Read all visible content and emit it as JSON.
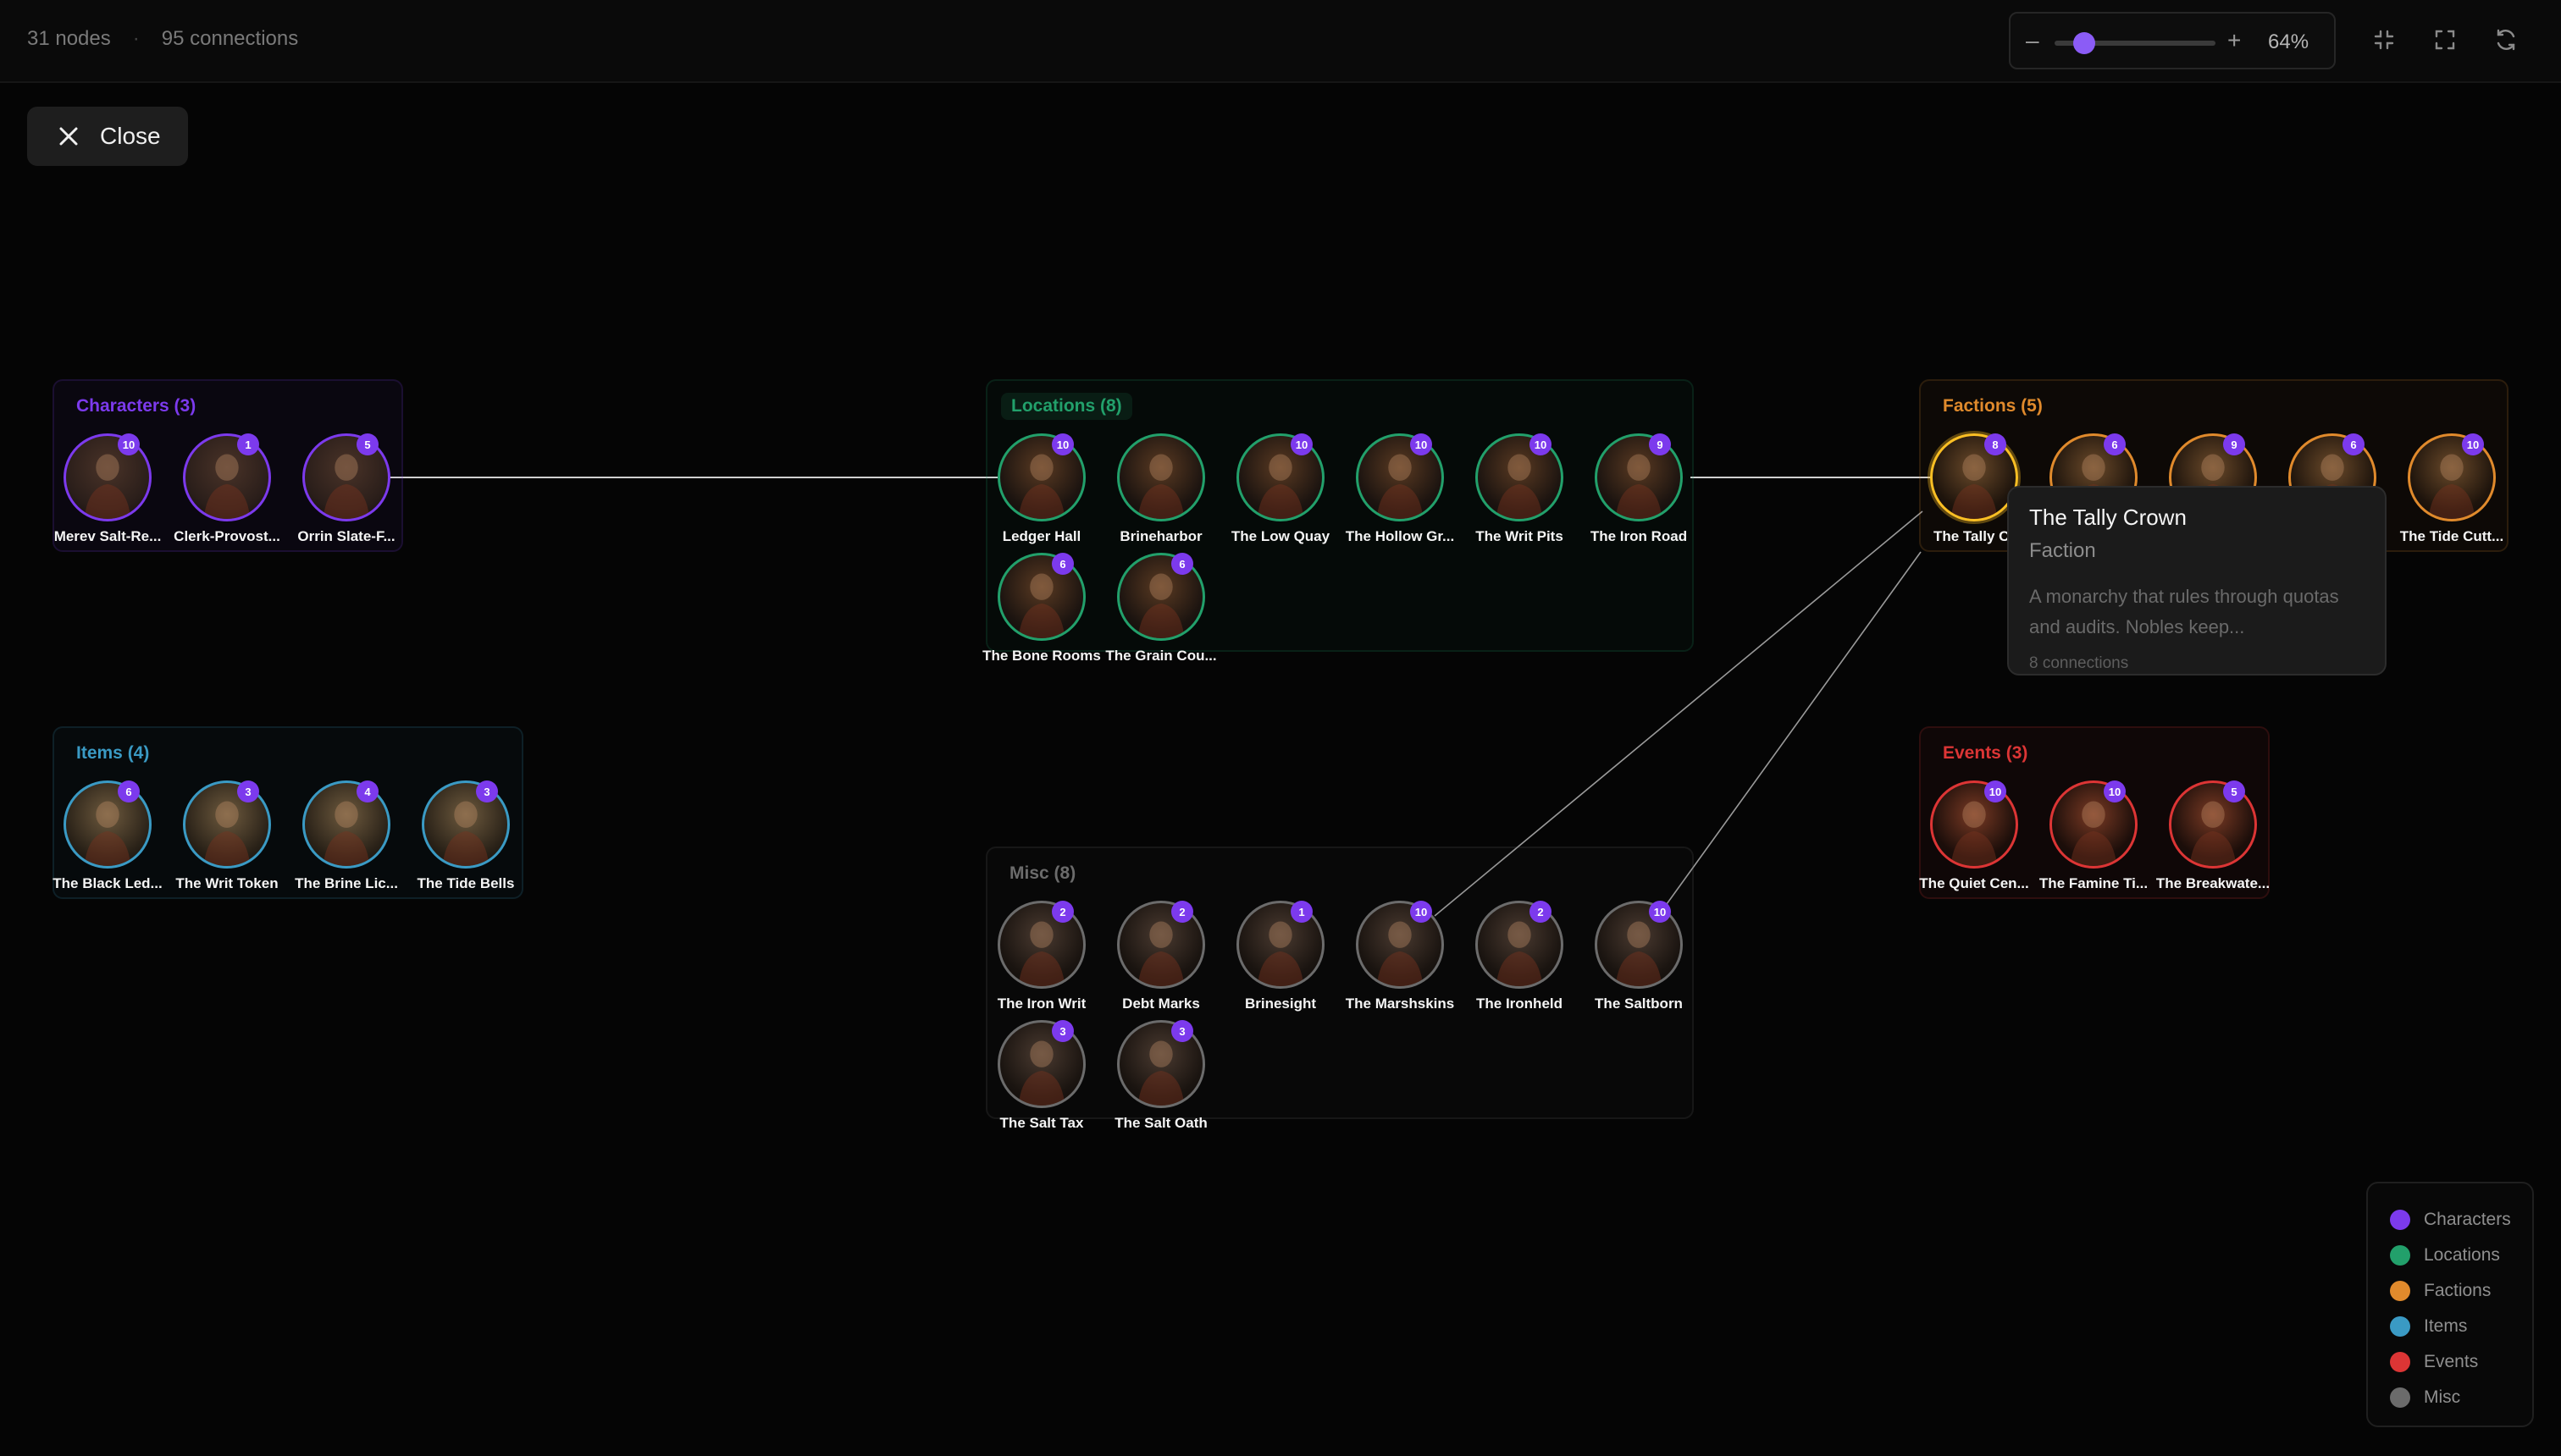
{
  "stats": {
    "nodes": "31 nodes",
    "separator": "·",
    "connections": "95 connections"
  },
  "zoom": {
    "minus": "–",
    "plus": "+",
    "percent": "64%",
    "value": 0.3
  },
  "close_label": "Close",
  "groups": {
    "characters": {
      "title": "Characters (3)",
      "color": "#7c3aed"
    },
    "locations": {
      "title": "Locations (8)",
      "color": "#22a06b"
    },
    "factions": {
      "title": "Factions (5)",
      "color": "#e08a2c"
    },
    "items": {
      "title": "Items (4)",
      "color": "#3a9ac4"
    },
    "events": {
      "title": "Events (3)",
      "color": "#dc3535"
    },
    "misc": {
      "title": "Misc (8)",
      "color": "#6b6b6b"
    }
  },
  "nodes": {
    "characters": [
      {
        "label": "Merev Salt-Re...",
        "badge": "10"
      },
      {
        "label": "Clerk-Provost...",
        "badge": "1"
      },
      {
        "label": "Orrin Slate-F...",
        "badge": "5"
      }
    ],
    "locations": [
      {
        "label": "Ledger Hall",
        "badge": "10"
      },
      {
        "label": "Brineharbor",
        "badge": ""
      },
      {
        "label": "The Low Quay",
        "badge": "10"
      },
      {
        "label": "The Hollow Gr...",
        "badge": "10"
      },
      {
        "label": "The Writ Pits",
        "badge": "10"
      },
      {
        "label": "The Iron Road",
        "badge": "9"
      },
      {
        "label": "The Bone Rooms",
        "badge": "6"
      },
      {
        "label": "The Grain Cou...",
        "badge": "6"
      }
    ],
    "factions": [
      {
        "label": "The Tally Cr",
        "badge": "8"
      },
      {
        "label": "",
        "badge": "6"
      },
      {
        "label": "",
        "badge": "9"
      },
      {
        "label": "",
        "badge": "6"
      },
      {
        "label": "The Tide Cutt...",
        "badge": "10"
      }
    ],
    "items": [
      {
        "label": "The Black Led...",
        "badge": "6"
      },
      {
        "label": "The Writ Token",
        "badge": "3"
      },
      {
        "label": "The Brine Lic...",
        "badge": "4"
      },
      {
        "label": "The Tide Bells",
        "badge": "3"
      }
    ],
    "events": [
      {
        "label": "The Quiet Cen...",
        "badge": "10"
      },
      {
        "label": "The Famine Ti...",
        "badge": "10"
      },
      {
        "label": "The Breakwate...",
        "badge": "5"
      }
    ],
    "misc": [
      {
        "label": "The Iron Writ",
        "badge": "2"
      },
      {
        "label": "Debt Marks",
        "badge": "2"
      },
      {
        "label": "Brinesight",
        "badge": "1"
      },
      {
        "label": "The Marshskins",
        "badge": "10"
      },
      {
        "label": "The Ironheld",
        "badge": "2"
      },
      {
        "label": "The Saltborn",
        "badge": "10"
      },
      {
        "label": "The Salt Tax",
        "badge": "3"
      },
      {
        "label": "The Salt Oath",
        "badge": "3"
      }
    ]
  },
  "tooltip": {
    "title": "The Tally Crown",
    "type": "Faction",
    "description": "A monarchy that rules through quotas and audits. Nobles keep...",
    "connections": "8 connections"
  },
  "legend": [
    {
      "label": "Characters",
      "color": "#7c3aed"
    },
    {
      "label": "Locations",
      "color": "#22a06b"
    },
    {
      "label": "Factions",
      "color": "#e08a2c"
    },
    {
      "label": "Items",
      "color": "#3a9ac4"
    },
    {
      "label": "Events",
      "color": "#dc3535"
    },
    {
      "label": "Misc",
      "color": "#6b6b6b"
    }
  ]
}
